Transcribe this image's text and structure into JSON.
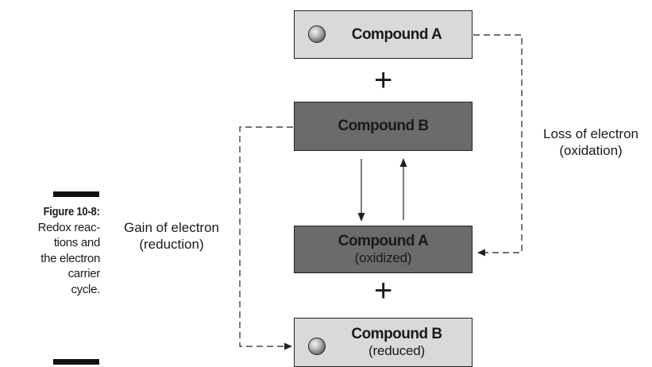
{
  "caption": {
    "figure_label": "Figure 10-8:",
    "lines": [
      "Redox reac-",
      "tions and",
      "the electron",
      "carrier",
      "cycle."
    ]
  },
  "boxes": {
    "compound_a": {
      "name": "Compound A"
    },
    "compound_b": {
      "name": "Compound B"
    },
    "compound_a_oxidized": {
      "name": "Compound A",
      "state": "(oxidized)"
    },
    "compound_b_reduced": {
      "name": "Compound B",
      "state": "(reduced)"
    }
  },
  "plus_sign": "+",
  "labels": {
    "loss": [
      "Loss of electron",
      "(oxidation)"
    ],
    "gain": [
      "Gain of electron",
      "(reduction)"
    ]
  },
  "colors": {
    "light_box": "#d9d9d9",
    "dark_box": "#6b6b6b",
    "line": "#222222"
  }
}
